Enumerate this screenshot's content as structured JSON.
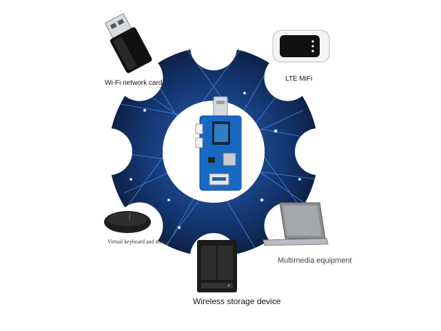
{
  "labels": {
    "wifi": "Wi-Fi network card",
    "lte": "LTE MiFi",
    "mouse": "Virtual keyboard and mouse",
    "multimedia": "Multimedia equipment",
    "storage": "Wireless storage device"
  },
  "colors": {
    "gear_dark": "#0b1b3d",
    "gear_mid": "#1f4e9c",
    "network_line": "#5aa8ff",
    "board_blue": "#1769c2"
  },
  "icons": {
    "wifi": "wifi-dongle-icon",
    "lte": "lte-mifi-icon",
    "mouse": "mouse-icon",
    "multimedia": "laptop-icon",
    "storage": "nas-icon",
    "hub": "usb-board-icon"
  }
}
